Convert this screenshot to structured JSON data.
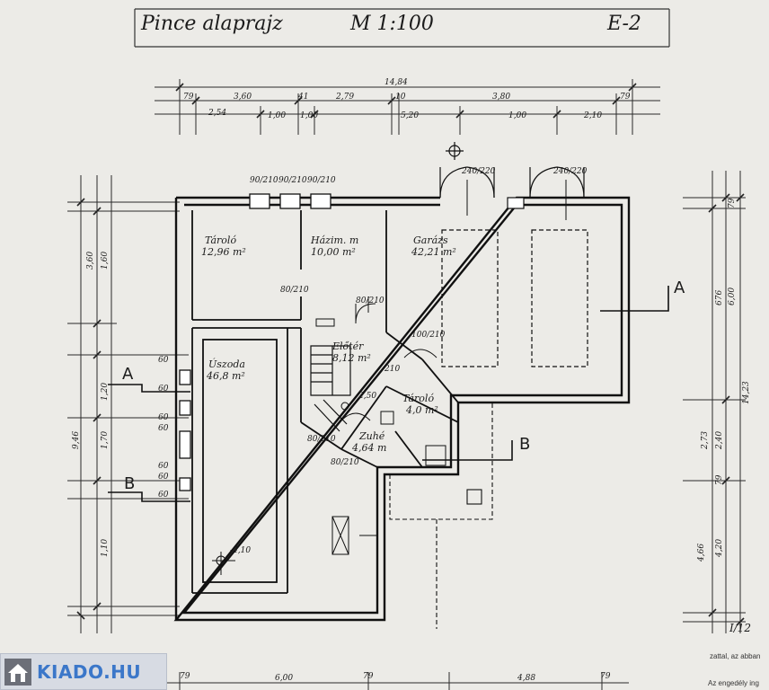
{
  "title": {
    "name": "Pince alaprajz",
    "scale": "M 1:100",
    "sheet": "E-2"
  },
  "rooms": [
    {
      "name": "Tároló",
      "area": "12,96 m²"
    },
    {
      "name": "Házim. m",
      "area": "10,00 m²"
    },
    {
      "name": "Garázs",
      "area": "42,21 m²"
    },
    {
      "name": "Előtér",
      "area": "8,12 m²"
    },
    {
      "name": "Úszoda",
      "area": "46,8 m²"
    },
    {
      "name": "Tároló",
      "area": "4,0 m²"
    },
    {
      "name": "Zuhé",
      "area": "4,64 m"
    }
  ],
  "dimensions": {
    "top_total": "14,84",
    "top_row1": [
      "79",
      "3,60",
      "41",
      "2,79",
      "10",
      "3,80",
      "79"
    ],
    "top_row2": [
      "2,54",
      "1,00",
      "1,00",
      "5,20",
      "1,00",
      "2,10"
    ],
    "right": [
      "676",
      "6,00",
      "79",
      "14,23",
      "2,73",
      "2,40",
      "79",
      "4,66",
      "4,20"
    ],
    "left": [
      "9,46",
      "3,60",
      "1,60",
      "1,70",
      "1,20",
      "1,10"
    ],
    "bottom": [
      "79",
      "6,00",
      "79",
      "4,88",
      "79"
    ],
    "doors": [
      "90/210",
      "90/210",
      "90/210",
      "240/220",
      "240/220",
      "80/210",
      "80/210",
      "100/210",
      "210",
      "80/210",
      "80/210"
    ],
    "windows": [
      "60",
      "60",
      "60",
      "60",
      "60",
      "60",
      "60"
    ],
    "levels": [
      "-2,50",
      "-4,10"
    ]
  },
  "sections": [
    "A",
    "A",
    "B",
    "B"
  ],
  "watermark": "KIADO.HU",
  "notes": [
    "zattal, az abban",
    "Az engedély ing"
  ],
  "corner_mark": "I/12"
}
